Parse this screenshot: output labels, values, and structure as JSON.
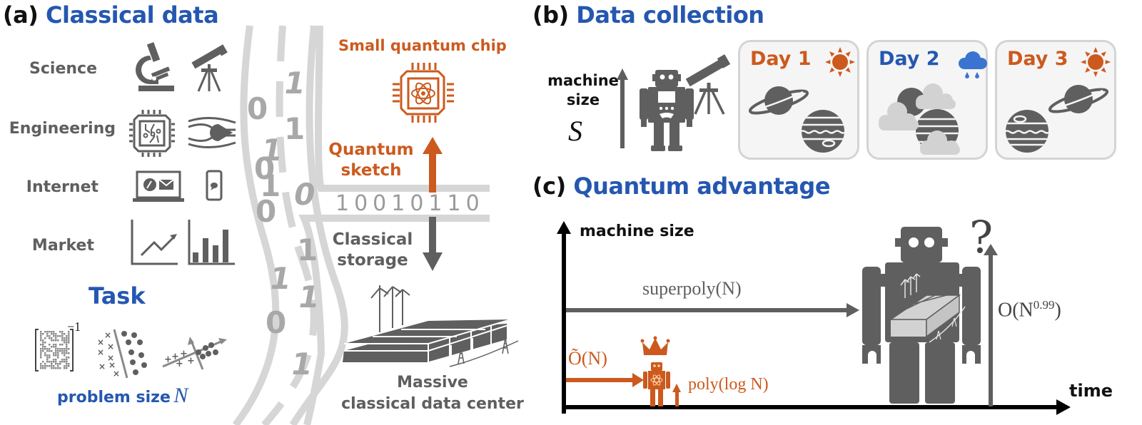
{
  "panel_a": {
    "label": "(a)",
    "title": "Classical data",
    "categories": [
      {
        "name": "Science",
        "icons": [
          "microscope-icon",
          "telescope-icon"
        ]
      },
      {
        "name": "Engineering",
        "icons": [
          "circuit-chip-icon",
          "airflow-icon"
        ]
      },
      {
        "name": "Internet",
        "icons": [
          "laptop-icon",
          "smartphone-icon"
        ]
      },
      {
        "name": "Market",
        "icons": [
          "line-chart-icon",
          "bar-chart-icon"
        ]
      }
    ],
    "task": {
      "title": "Task",
      "matrix_exponent": "−1",
      "problem_size_label": "problem size",
      "problem_size_symbol": "N"
    },
    "data_stream_digits": [
      "0",
      "1",
      "1",
      "0",
      "1",
      "1",
      "0",
      "0",
      "1",
      "1",
      "1",
      "0",
      "1"
    ],
    "quantum_chip_label": "Small quantum chip",
    "quantum_sketch_label_line1": "Quantum",
    "quantum_sketch_label_line2": "sketch",
    "bitstring": "10010110",
    "classical_storage_line1": "Classical",
    "classical_storage_line2": "storage",
    "datacenter_line1": "Massive",
    "datacenter_line2": "classical data center"
  },
  "panel_b": {
    "label": "(b)",
    "title": "Data collection",
    "machine_size_line1": "machine",
    "machine_size_line2": "size",
    "machine_size_symbol": "S",
    "days": [
      {
        "label": "Day 1",
        "weather": "sunny",
        "color": "#cc5a1e"
      },
      {
        "label": "Day 2",
        "weather": "rainy",
        "color": "#2557b0"
      },
      {
        "label": "Day 3",
        "weather": "sunny",
        "color": "#cc5a1e"
      }
    ]
  },
  "panel_c": {
    "label": "(c)",
    "title": "Quantum advantage",
    "y_axis_label": "machine size",
    "x_axis_label": "time",
    "classical_time": "superpoly(N)",
    "quantum_time": "Õ(N)",
    "quantum_size": "poly(log N)",
    "classical_size": "O(N^0.99)",
    "classical_size_base": "O(N",
    "classical_size_exp": "0.99",
    "classical_size_close": ")",
    "question_mark": "?"
  },
  "colors": {
    "blue": "#2557b0",
    "orange": "#cc5a1e",
    "dark_gray": "#5f5f5f",
    "light_gray": "#d4d4d4",
    "rain_blue": "#3b74d0"
  }
}
